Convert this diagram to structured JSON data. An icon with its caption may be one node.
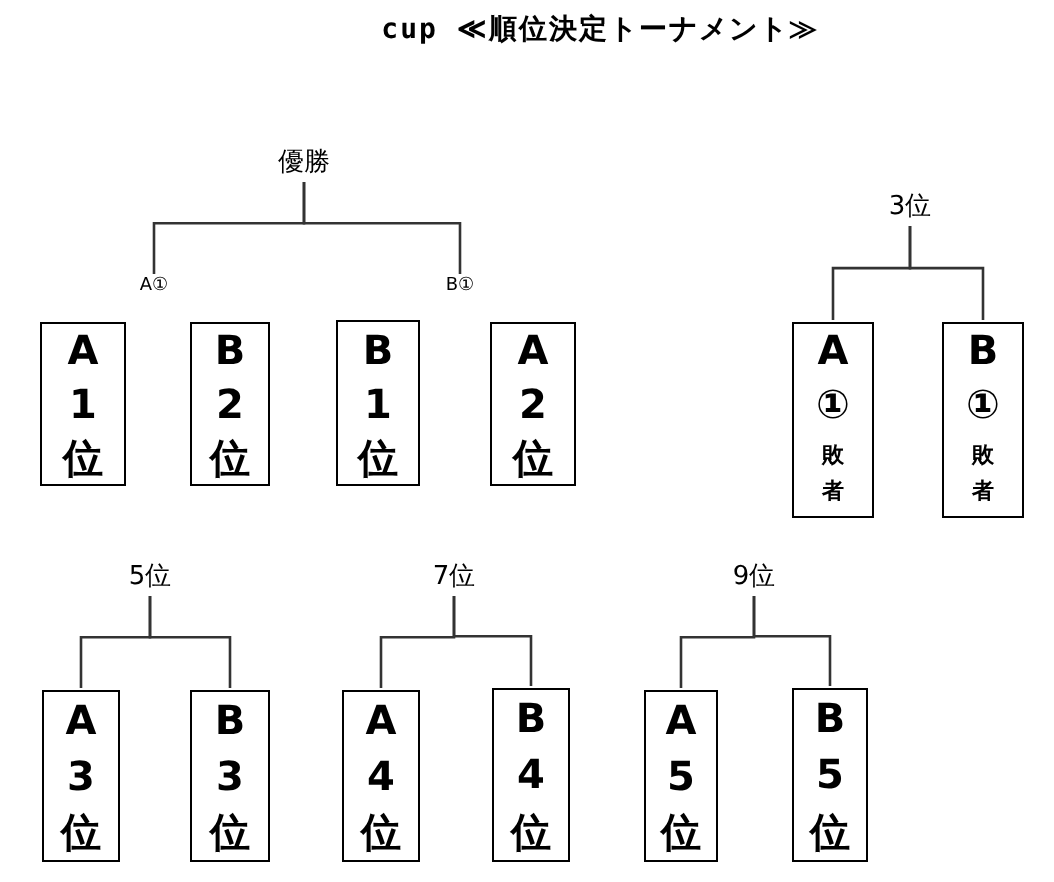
{
  "diagram": {
    "title": "cup ≪順位決定トーナメント≫",
    "nodes": [
      {
        "text": [
          "優勝"
        ]
      },
      {
        "text": [
          "A①"
        ]
      },
      {
        "text": [
          "B①"
        ]
      },
      {
        "text": [
          "A",
          "1",
          "位"
        ]
      },
      {
        "text": [
          "B",
          "2",
          "位"
        ]
      },
      {
        "text": [
          "B",
          "1",
          "位"
        ]
      },
      {
        "text": [
          "A",
          "2",
          "位"
        ]
      },
      {
        "text": [
          "3位"
        ]
      },
      {
        "text": [
          "A",
          "①",
          "敗者"
        ]
      },
      {
        "text": [
          "B",
          "①",
          "敗者"
        ]
      },
      {
        "text": [
          "5位"
        ]
      },
      {
        "text": [
          "A",
          "3",
          "位"
        ]
      },
      {
        "text": [
          "B",
          "3",
          "位"
        ]
      },
      {
        "text": [
          "7位"
        ]
      },
      {
        "text": [
          "A",
          "4",
          "位"
        ]
      },
      {
        "text": [
          "B",
          "4",
          "位"
        ]
      },
      {
        "text": [
          "9位"
        ]
      },
      {
        "text": [
          "A",
          "5",
          "位"
        ]
      },
      {
        "text": [
          "B",
          "5",
          "位"
        ]
      }
    ],
    "edges": [
      {
        "from": 0,
        "to": 1,
        "arrow": "none"
      },
      {
        "from": 0,
        "to": 2,
        "arrow": "none"
      },
      {
        "from": 7,
        "to": 8,
        "arrow": "none"
      },
      {
        "from": 7,
        "to": 9,
        "arrow": "none"
      },
      {
        "from": 10,
        "to": 11,
        "arrow": "none"
      },
      {
        "from": 10,
        "to": 12,
        "arrow": "none"
      },
      {
        "from": 13,
        "to": 14,
        "arrow": "none"
      },
      {
        "from": 13,
        "to": 15,
        "arrow": "none"
      },
      {
        "from": 16,
        "to": 17,
        "arrow": "none"
      },
      {
        "from": 16,
        "to": 18,
        "arrow": "none"
      }
    ]
  }
}
